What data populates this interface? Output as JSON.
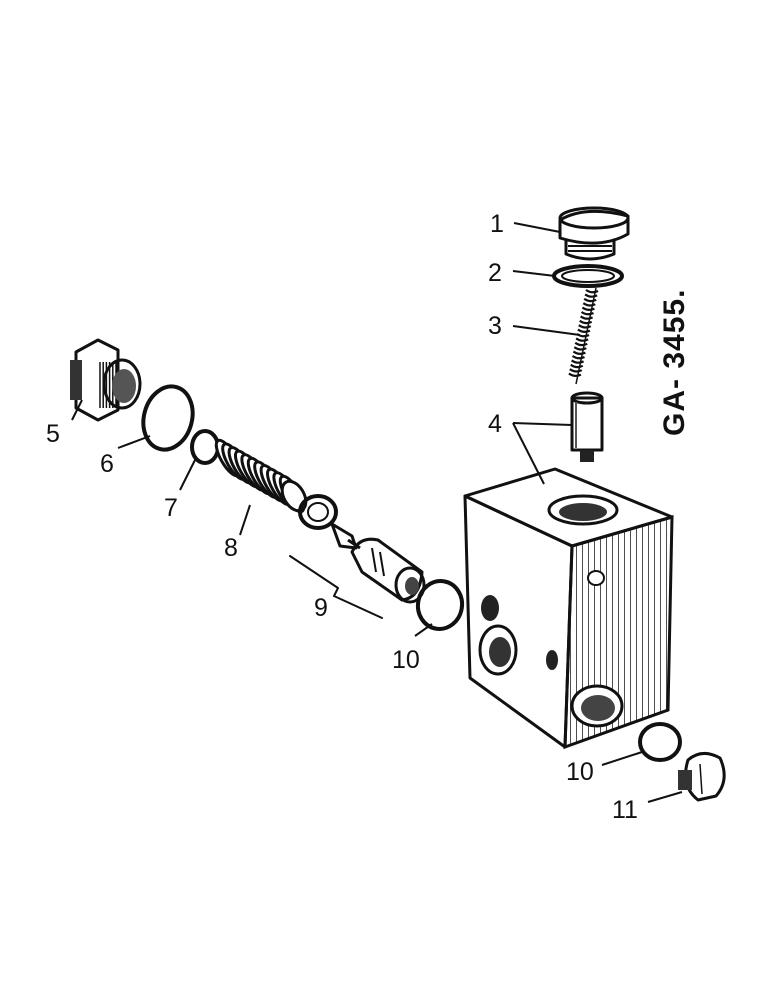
{
  "drawing_number": "GA- 3455.",
  "callouts": {
    "c1": "1",
    "c2": "2",
    "c3": "3",
    "c4": "4",
    "c5": "5",
    "c6": "6",
    "c7": "7",
    "c8": "8",
    "c9": "9",
    "c10a": "10",
    "c10b": "10",
    "c11": "11"
  },
  "colors": {
    "ink": "#111111",
    "background": "#ffffff",
    "shade": "#555555"
  }
}
